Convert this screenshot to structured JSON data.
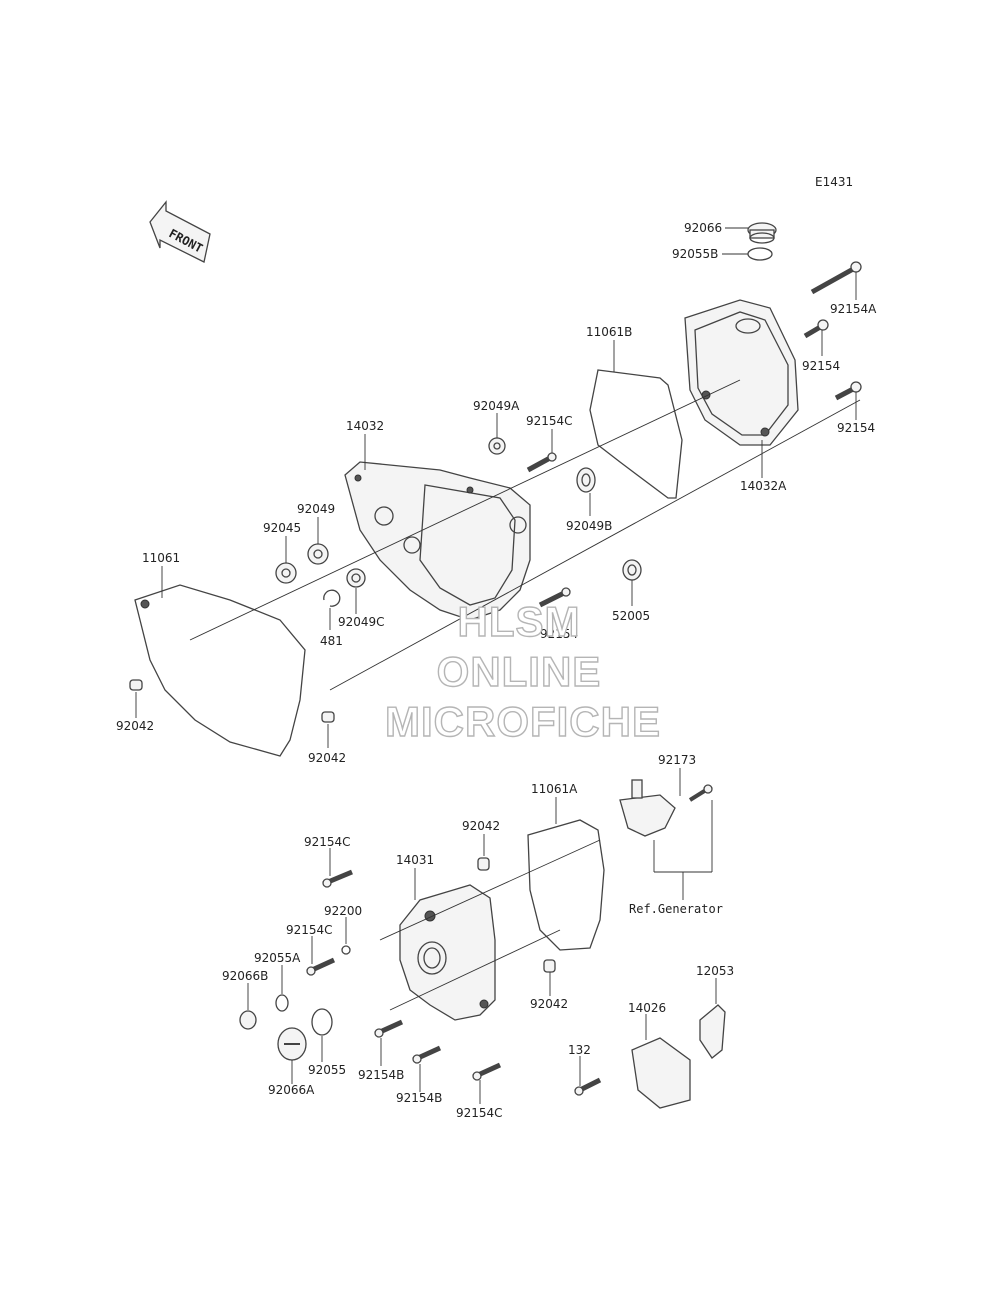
{
  "diagram_code": "E1431",
  "front_arrow": "FRONT",
  "watermark": {
    "line1": "HLSM",
    "line2": "ONLINE",
    "line3": "MICROFICHE"
  },
  "labels": {
    "p92066": "92066",
    "p92055B": "92055B",
    "p92154A": "92154A",
    "p11061B": "11061B",
    "p92154_a": "92154",
    "p92154_b": "92154",
    "p92049A": "92049A",
    "p92154C_top": "92154C",
    "p14032": "14032",
    "p14032A": "14032A",
    "p92049": "92049",
    "p92045": "92045",
    "p92049B": "92049B",
    "p11061": "11061",
    "p52005": "52005",
    "p92154_c": "92154",
    "p92049C": "92049C",
    "p481": "481",
    "p92042_a": "92042",
    "p92042_b": "92042",
    "p92173": "92173",
    "p11061A": "11061A",
    "p92154C_mid": "92154C",
    "p92042_c": "92042",
    "p14031": "14031",
    "ref_generator": "Ref.Generator",
    "p92200": "92200",
    "p92154C_low": "92154C",
    "p92055A": "92055A",
    "p92066B": "92066B",
    "p92042_d": "92042",
    "p12053": "12053",
    "p14026": "14026",
    "p132": "132",
    "p92055": "92055",
    "p92154B_a": "92154B",
    "p92154B_b": "92154B",
    "p92066A": "92066A",
    "p92154C_bot": "92154C"
  }
}
